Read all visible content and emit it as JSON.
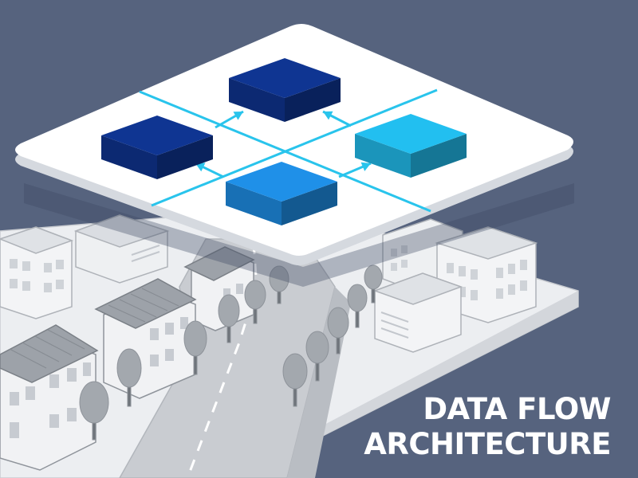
{
  "colors": {
    "background": "#56637e",
    "platform": "#ffffff",
    "grid_line": "#29c4ec",
    "block_dark": "#0f3592",
    "block_mid": "#1f90e8",
    "block_light": "#22bff0",
    "city": "#e9ebee",
    "tree": "#a3a8ae"
  },
  "nodes": [
    {
      "id": "back",
      "shade": "dark"
    },
    {
      "id": "left",
      "shade": "dark"
    },
    {
      "id": "right",
      "shade": "light"
    },
    {
      "id": "front",
      "shade": "mid"
    }
  ],
  "flows": [
    {
      "from": "left",
      "to": "back"
    },
    {
      "from": "right",
      "to": "back"
    },
    {
      "from": "front",
      "to": "left"
    },
    {
      "from": "front",
      "to": "right"
    }
  ],
  "caption": {
    "line1": "DATA FLOW",
    "line2": "ARCHITECTURE"
  }
}
